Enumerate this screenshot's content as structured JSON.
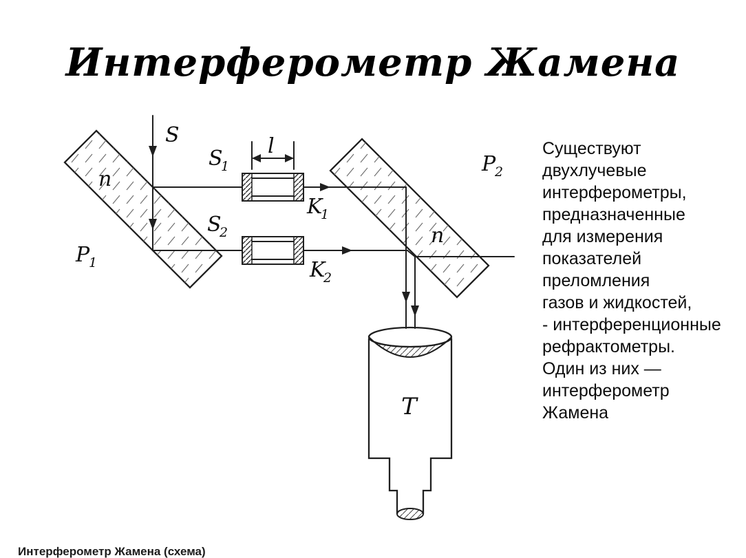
{
  "title": "Интерферометр Жамена",
  "description": {
    "text": "Существуют\nдвухлучевые\nинтерферометры,\nпредназначенные\nдля измерения\nпоказателей\nпреломления\nгазов и жидкостей,\n- интерференционные\n рефрактометры.\nОдин из них —\nинтерферометр\nЖамена"
  },
  "caption": "Интерферометр Жамена (схема)",
  "diagram": {
    "ink_color": "#1f1f1f",
    "labels": {
      "source": "S",
      "s1_main": "S",
      "s1_sub": "1",
      "s2_main": "S",
      "s2_sub": "2",
      "k1_main": "K",
      "k1_sub": "1",
      "k2_main": "K",
      "k2_sub": "2",
      "p1_main": "P",
      "p1_sub": "1",
      "p2_main": "P",
      "p2_sub": "2",
      "n_plate1": "n",
      "n_plate2": "n",
      "tube_length": "l",
      "telescope": "T"
    }
  }
}
